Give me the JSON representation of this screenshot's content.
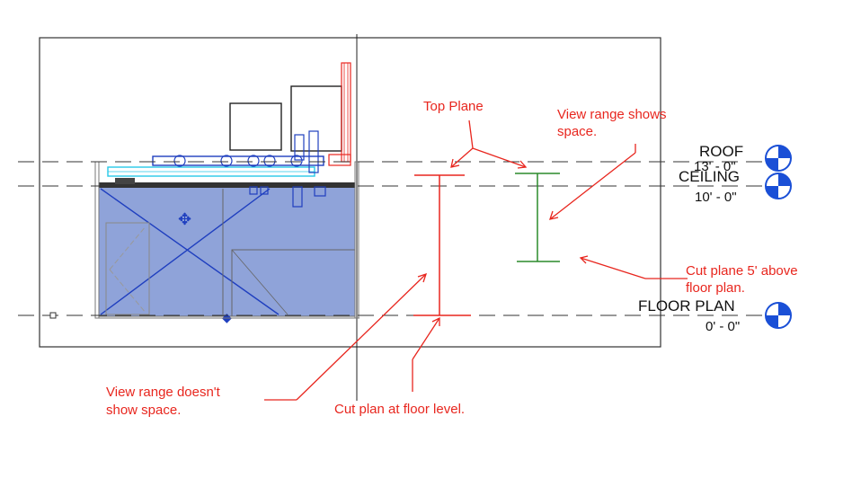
{
  "levels": {
    "roof": {
      "name": "ROOF",
      "elevation": "13' - 0\""
    },
    "ceiling": {
      "name": "CEILING",
      "elevation": "10' - 0\""
    },
    "floor_plan": {
      "name": "FLOOR PLAN",
      "elevation": "0' - 0\""
    }
  },
  "annotations": {
    "top_plane": "Top Plane",
    "view_range_shows": [
      "View range shows",
      "space."
    ],
    "cut_plane_5ft": [
      "Cut plane 5' above",
      "floor plan."
    ],
    "view_range_doesnt": [
      "View range doesn't",
      "show space."
    ],
    "cut_plan_floor": "Cut plan at floor level."
  },
  "colors": {
    "annotation_red": "#e8261e",
    "range_red": "#e8261e",
    "range_green": "#2a8a2a",
    "space_fill": "#8fa3d9",
    "duct_blue": "#1f3fbf",
    "duct_cyan": "#27c9e8",
    "level_marker_blue": "#1a4fd6"
  }
}
